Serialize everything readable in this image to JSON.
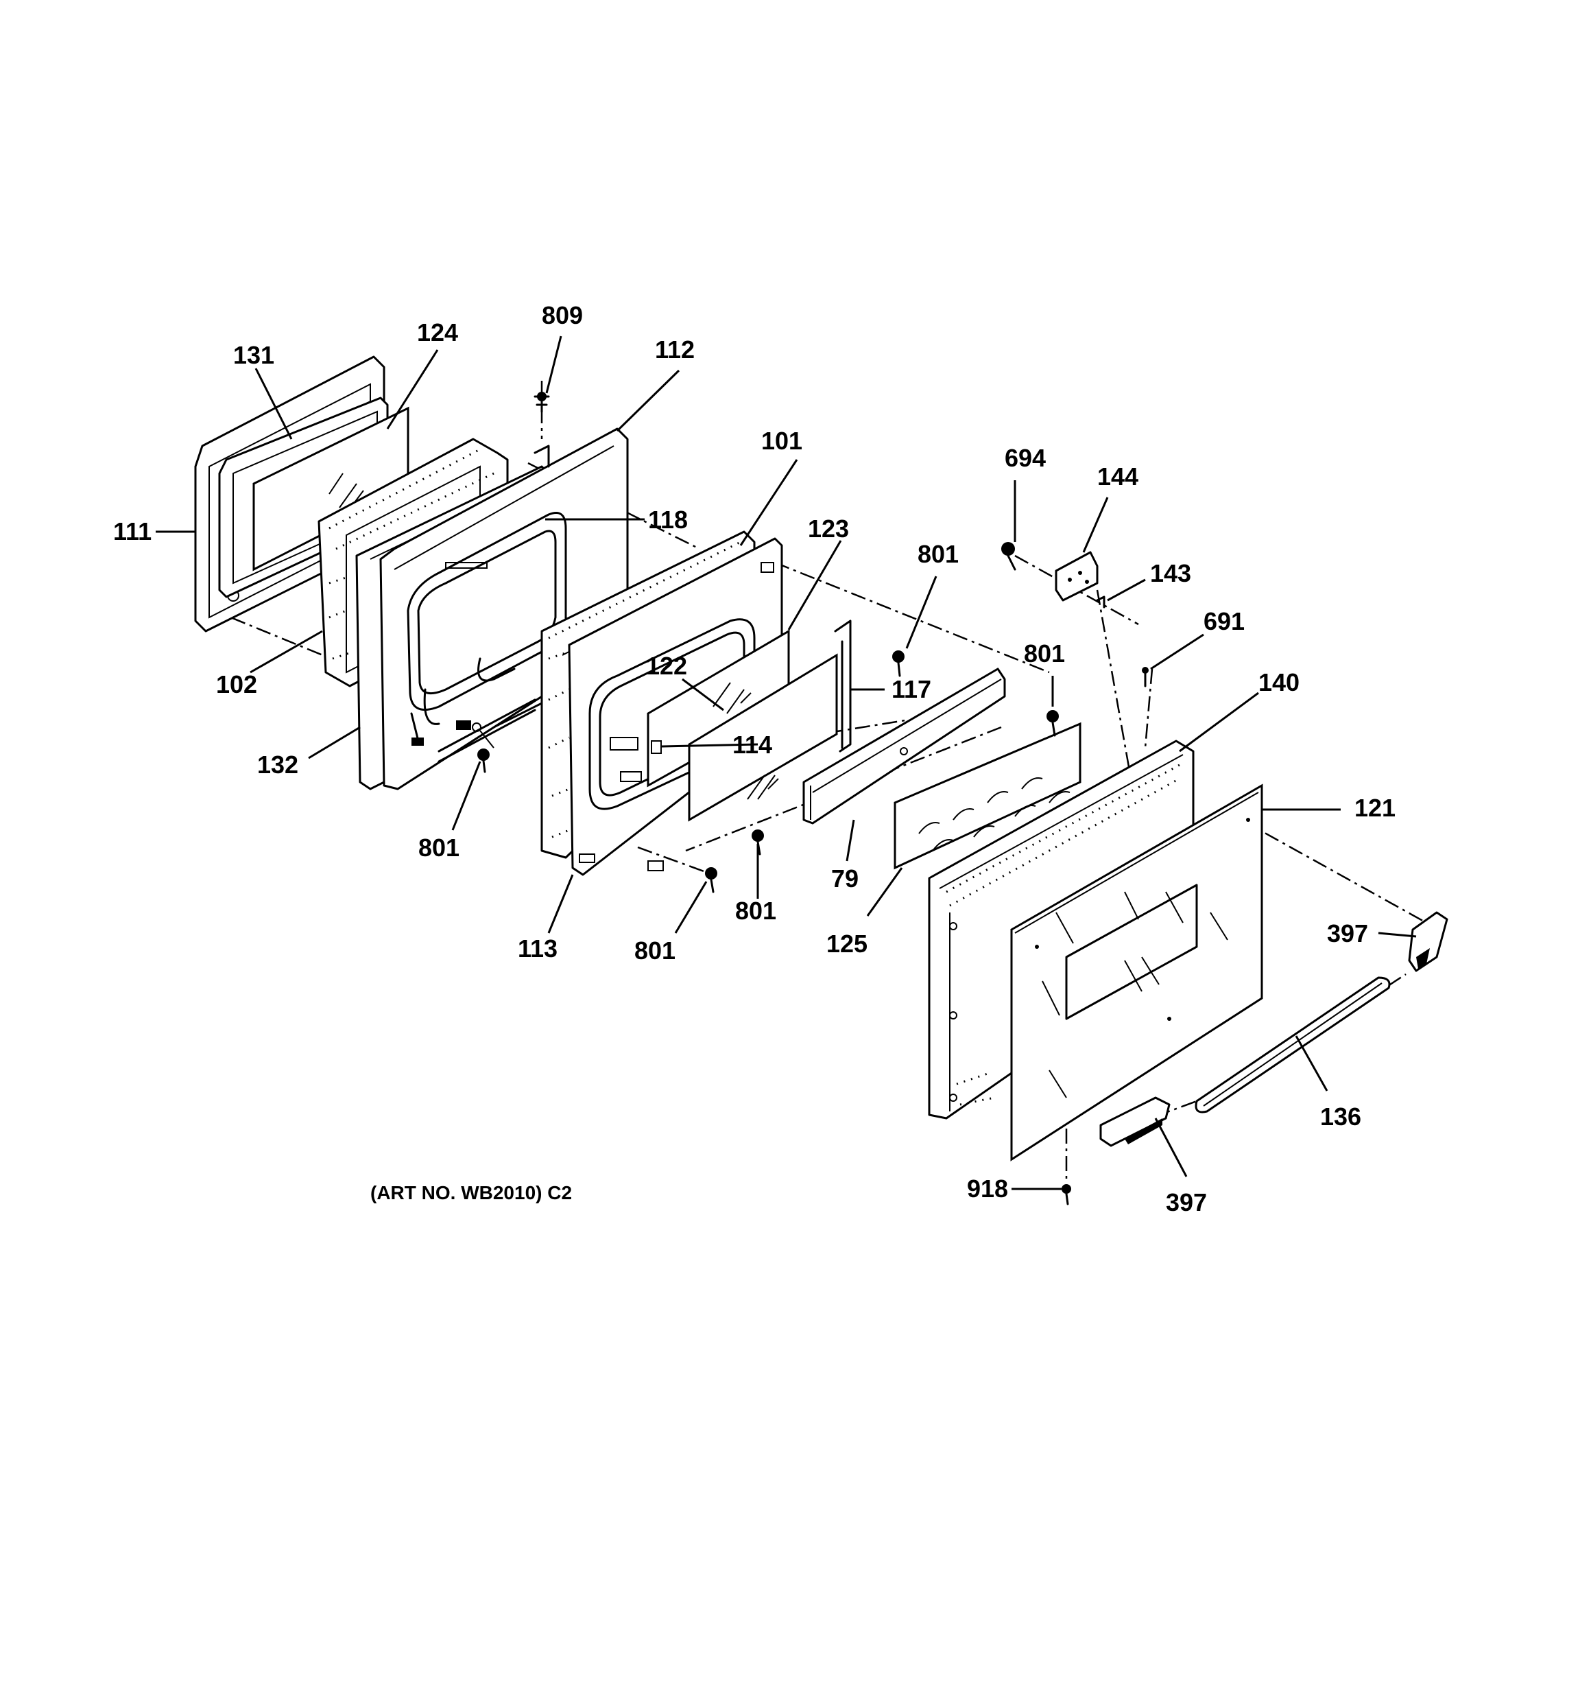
{
  "diagram": {
    "art_number_label": "(ART NO. WB2010) C2",
    "callouts": {
      "c131": "131",
      "c124": "124",
      "c809": "809",
      "c112": "112",
      "c101": "101",
      "c111": "111",
      "c118": "118",
      "c123": "123",
      "c801a": "801",
      "c694": "694",
      "c144": "144",
      "c143": "143",
      "c691": "691",
      "c801b": "801",
      "c140": "140",
      "c122": "122",
      "c117": "117",
      "c102": "102",
      "c114": "114",
      "c132": "132",
      "c121": "121",
      "c801c": "801",
      "c801d": "801",
      "c79": "79",
      "c397a": "397",
      "c125": "125",
      "c113": "113",
      "c801e": "801",
      "c136": "136",
      "c918": "918",
      "c397b": "397"
    }
  }
}
